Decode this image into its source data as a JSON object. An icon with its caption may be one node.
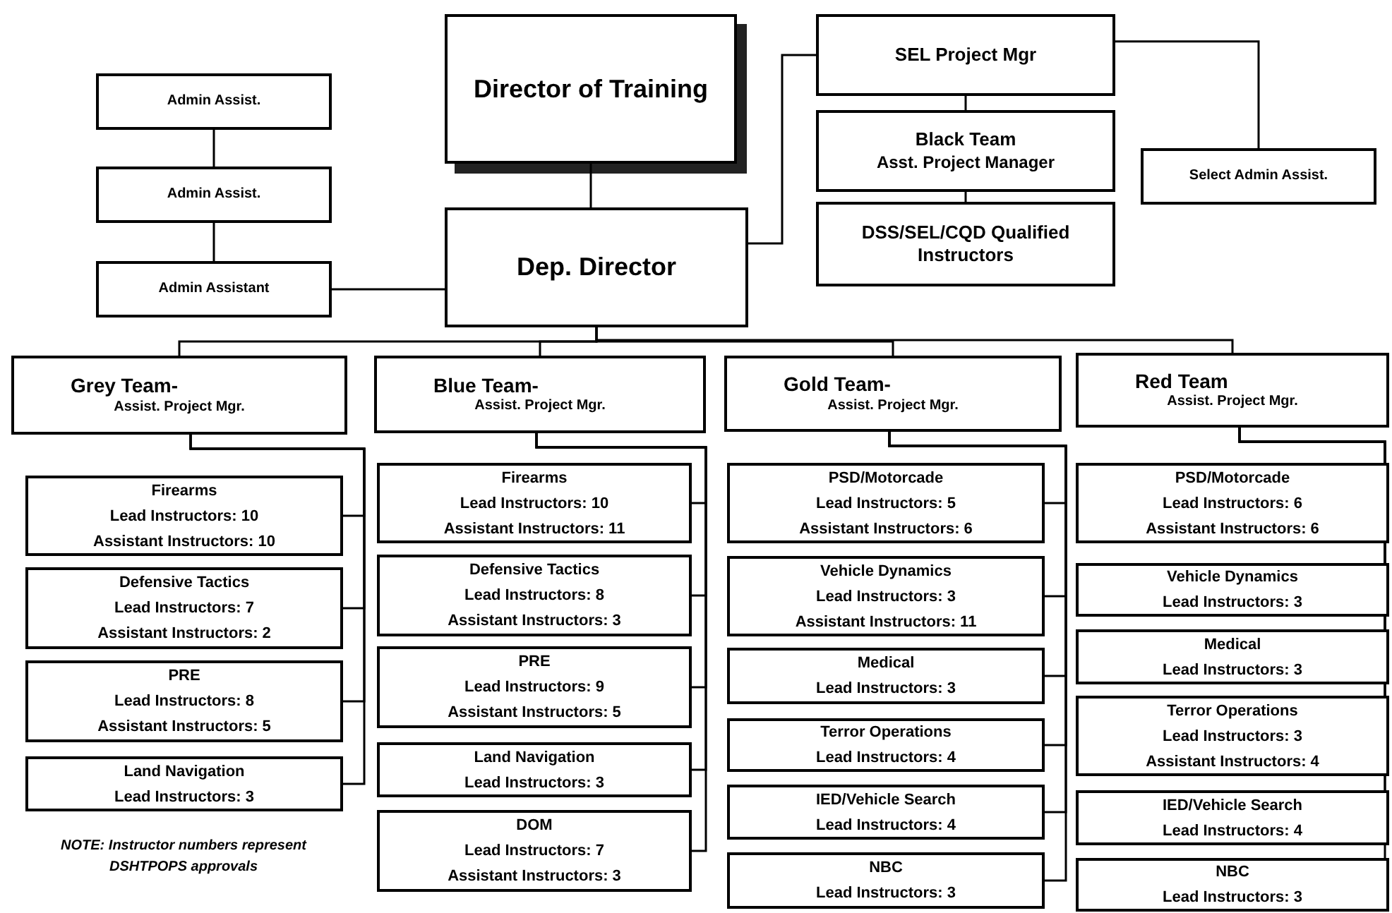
{
  "diagram": {
    "nodes": [
      {
        "text": [
          "Director of Training"
        ]
      },
      {
        "text": [
          "Dep. Director"
        ]
      },
      {
        "text": [
          "Admin Assist."
        ]
      },
      {
        "text": [
          "Admin Assist."
        ]
      },
      {
        "text": [
          "Admin Assistant"
        ]
      },
      {
        "text": [
          "SEL Project Mgr"
        ]
      },
      {
        "text": [
          "Black Team",
          "Asst. Project Manager"
        ]
      },
      {
        "text": [
          "DSS/SEL/CQD Qualified Instructors"
        ]
      },
      {
        "text": [
          "Select Admin Assist."
        ]
      },
      {
        "text": [
          "Grey Team-",
          "Assist. Project Mgr."
        ]
      },
      {
        "text": [
          "Blue Team-",
          "Assist. Project Mgr."
        ]
      },
      {
        "text": [
          "Gold Team-",
          "Assist. Project Mgr."
        ]
      },
      {
        "text": [
          "Red Team",
          "Assist. Project Mgr."
        ]
      },
      {
        "text": [
          "Firearms",
          "Lead Instructors: 10",
          "Assistant Instructors: 10"
        ]
      },
      {
        "text": [
          "Defensive Tactics",
          "Lead Instructors: 7",
          "Assistant Instructors: 2"
        ]
      },
      {
        "text": [
          "PRE",
          "Lead Instructors: 8",
          "Assistant Instructors: 5"
        ]
      },
      {
        "text": [
          "Land Navigation",
          "Lead Instructors: 3"
        ]
      },
      {
        "text": [
          "Firearms",
          "Lead Instructors: 10",
          "Assistant Instructors: 11"
        ]
      },
      {
        "text": [
          "Defensive Tactics",
          "Lead Instructors: 8",
          "Assistant Instructors: 3"
        ]
      },
      {
        "text": [
          "PRE",
          "Lead Instructors: 9",
          "Assistant Instructors: 5"
        ]
      },
      {
        "text": [
          "Land Navigation",
          "Lead Instructors: 3"
        ]
      },
      {
        "text": [
          "DOM",
          "Lead Instructors: 7",
          "Assistant Instructors: 3"
        ]
      },
      {
        "text": [
          "PSD/Motorcade",
          "Lead Instructors: 5",
          "Assistant Instructors: 6"
        ]
      },
      {
        "text": [
          "Vehicle Dynamics",
          "Lead Instructors: 3",
          "Assistant Instructors: 11"
        ]
      },
      {
        "text": [
          "Medical",
          "Lead Instructors: 3"
        ]
      },
      {
        "text": [
          "Terror Operations",
          "Lead Instructors: 4"
        ]
      },
      {
        "text": [
          "IED/Vehicle Search",
          "Lead Instructors: 4"
        ]
      },
      {
        "text": [
          "NBC",
          "Lead Instructors: 3"
        ]
      },
      {
        "text": [
          "PSD/Motorcade",
          "Lead Instructors: 6",
          "Assistant Instructors: 6"
        ]
      },
      {
        "text": [
          "Vehicle Dynamics",
          "Lead Instructors: 3"
        ]
      },
      {
        "text": [
          "Medical",
          "Lead Instructors: 3"
        ]
      },
      {
        "text": [
          "Terror Operations",
          "Lead Instructors: 3",
          "Assistant Instructors: 4"
        ]
      },
      {
        "text": [
          "IED/Vehicle Search",
          "Lead Instructors: 4"
        ]
      },
      {
        "text": [
          "NBC",
          "Lead Instructors: 3"
        ]
      }
    ],
    "edges": [
      {
        "from": 0,
        "to": 1,
        "arrow": "none"
      },
      {
        "from": 2,
        "to": 3,
        "arrow": "none"
      },
      {
        "from": 3,
        "to": 4,
        "arrow": "none"
      },
      {
        "from": 1,
        "to": 4,
        "arrow": "none"
      },
      {
        "from": 1,
        "to": 5,
        "arrow": "none"
      },
      {
        "from": 5,
        "to": 6,
        "arrow": "none"
      },
      {
        "from": 6,
        "to": 7,
        "arrow": "none"
      },
      {
        "from": 5,
        "to": 8,
        "arrow": "none"
      },
      {
        "from": 1,
        "to": 9,
        "arrow": "none"
      },
      {
        "from": 1,
        "to": 10,
        "arrow": "none"
      },
      {
        "from": 1,
        "to": 11,
        "arrow": "none"
      },
      {
        "from": 1,
        "to": 12,
        "arrow": "none"
      },
      {
        "from": 9,
        "to": 13,
        "arrow": "none"
      },
      {
        "from": 9,
        "to": 14,
        "arrow": "none"
      },
      {
        "from": 9,
        "to": 15,
        "arrow": "none"
      },
      {
        "from": 9,
        "to": 16,
        "arrow": "none"
      },
      {
        "from": 10,
        "to": 17,
        "arrow": "none"
      },
      {
        "from": 10,
        "to": 18,
        "arrow": "none"
      },
      {
        "from": 10,
        "to": 19,
        "arrow": "none"
      },
      {
        "from": 10,
        "to": 20,
        "arrow": "none"
      },
      {
        "from": 10,
        "to": 21,
        "arrow": "none"
      },
      {
        "from": 11,
        "to": 22,
        "arrow": "none"
      },
      {
        "from": 11,
        "to": 23,
        "arrow": "none"
      },
      {
        "from": 11,
        "to": 24,
        "arrow": "none"
      },
      {
        "from": 11,
        "to": 25,
        "arrow": "none"
      },
      {
        "from": 11,
        "to": 26,
        "arrow": "none"
      },
      {
        "from": 11,
        "to": 27,
        "arrow": "none"
      },
      {
        "from": 12,
        "to": 28,
        "arrow": "none"
      },
      {
        "from": 12,
        "to": 29,
        "arrow": "none"
      },
      {
        "from": 12,
        "to": 30,
        "arrow": "none"
      },
      {
        "from": 12,
        "to": 31,
        "arrow": "none"
      },
      {
        "from": 12,
        "to": 32,
        "arrow": "none"
      },
      {
        "from": 12,
        "to": 33,
        "arrow": "none"
      }
    ],
    "labels": [
      "NOTE: Instructor numbers represent DSHTPOPS approvals"
    ]
  }
}
